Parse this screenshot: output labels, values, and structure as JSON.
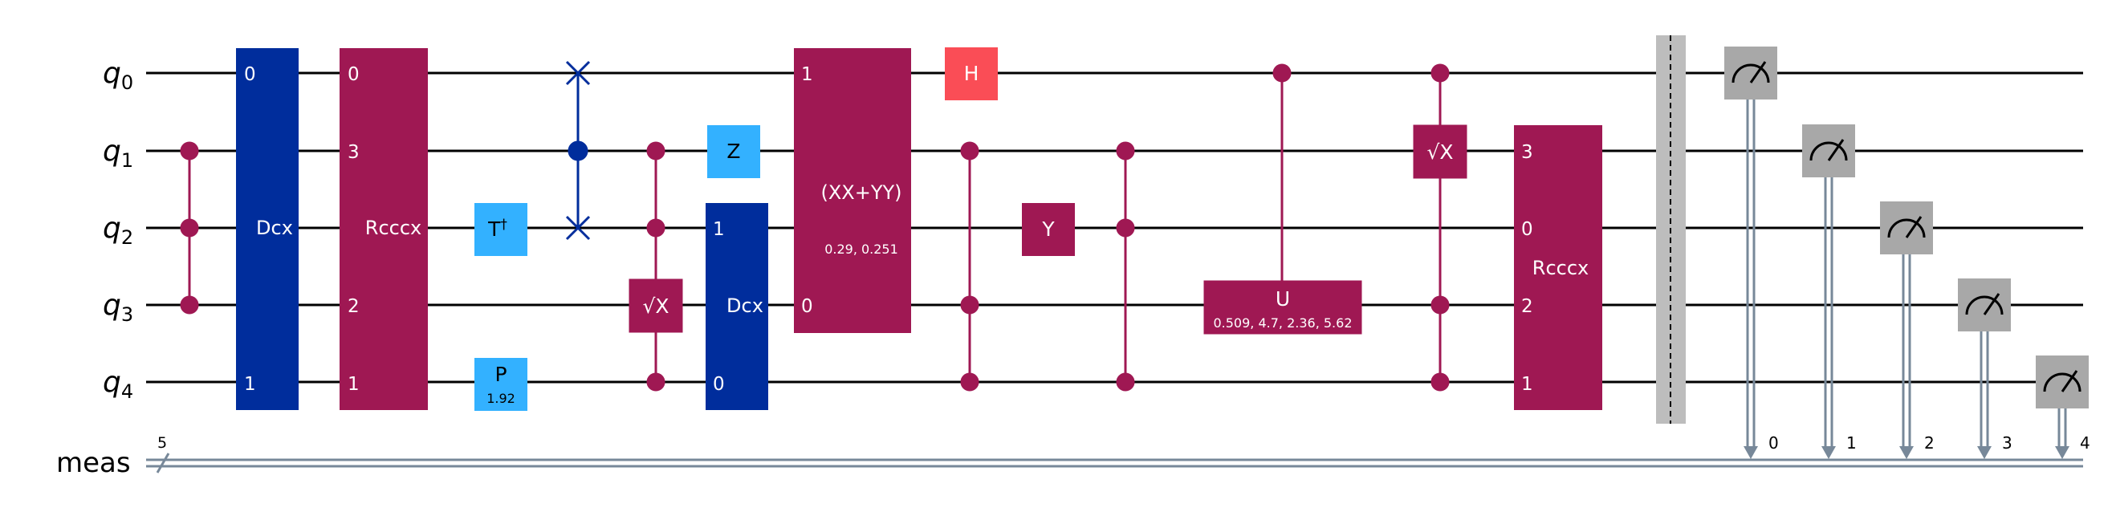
{
  "diagram": {
    "qubit_labels": [
      {
        "base": "q",
        "sub": "0"
      },
      {
        "base": "q",
        "sub": "1"
      },
      {
        "base": "q",
        "sub": "2"
      },
      {
        "base": "q",
        "sub": "3"
      },
      {
        "base": "q",
        "sub": "4"
      }
    ],
    "classical_label": "meas",
    "classical_width": "5",
    "colors": {
      "wire": "#000000",
      "classical_wire": "#778899",
      "dcx": "#002D9C",
      "magenta": "#9F1853",
      "light_blue": "#33B1FF",
      "h_red": "#FA4D56",
      "measure": "#A8A8A8",
      "barrier": "#BDBDBD",
      "gate_text": "#FFFFFF",
      "dark_text": "#000000"
    },
    "gates": {
      "dcx1": {
        "name": "Dcx",
        "pins": [
          "0",
          "1"
        ]
      },
      "rcccx1": {
        "name": "Rcccx",
        "pins": [
          "0",
          "3",
          "2",
          "1"
        ]
      },
      "tdg": {
        "name": "T",
        "sup": "†"
      },
      "p": {
        "name": "P",
        "param": "1.92"
      },
      "sx1": {
        "name": "√X"
      },
      "z": {
        "name": "Z"
      },
      "dcx2": {
        "name": "Dcx",
        "pins": [
          "1",
          "0"
        ]
      },
      "xxyy": {
        "name": "(XX+YY)",
        "params": "0.29, 0.251",
        "pins": [
          "1",
          "0"
        ]
      },
      "h": {
        "name": "H"
      },
      "y": {
        "name": "Y"
      },
      "u": {
        "name": "U",
        "params": "0.509, 4.7, 2.36, 5.62"
      },
      "sx2": {
        "name": "√X"
      },
      "rcccx2": {
        "name": "Rcccx",
        "pins": [
          "3",
          "0",
          "2",
          "1"
        ]
      }
    },
    "measure_bits": [
      "0",
      "1",
      "2",
      "3",
      "4"
    ]
  }
}
